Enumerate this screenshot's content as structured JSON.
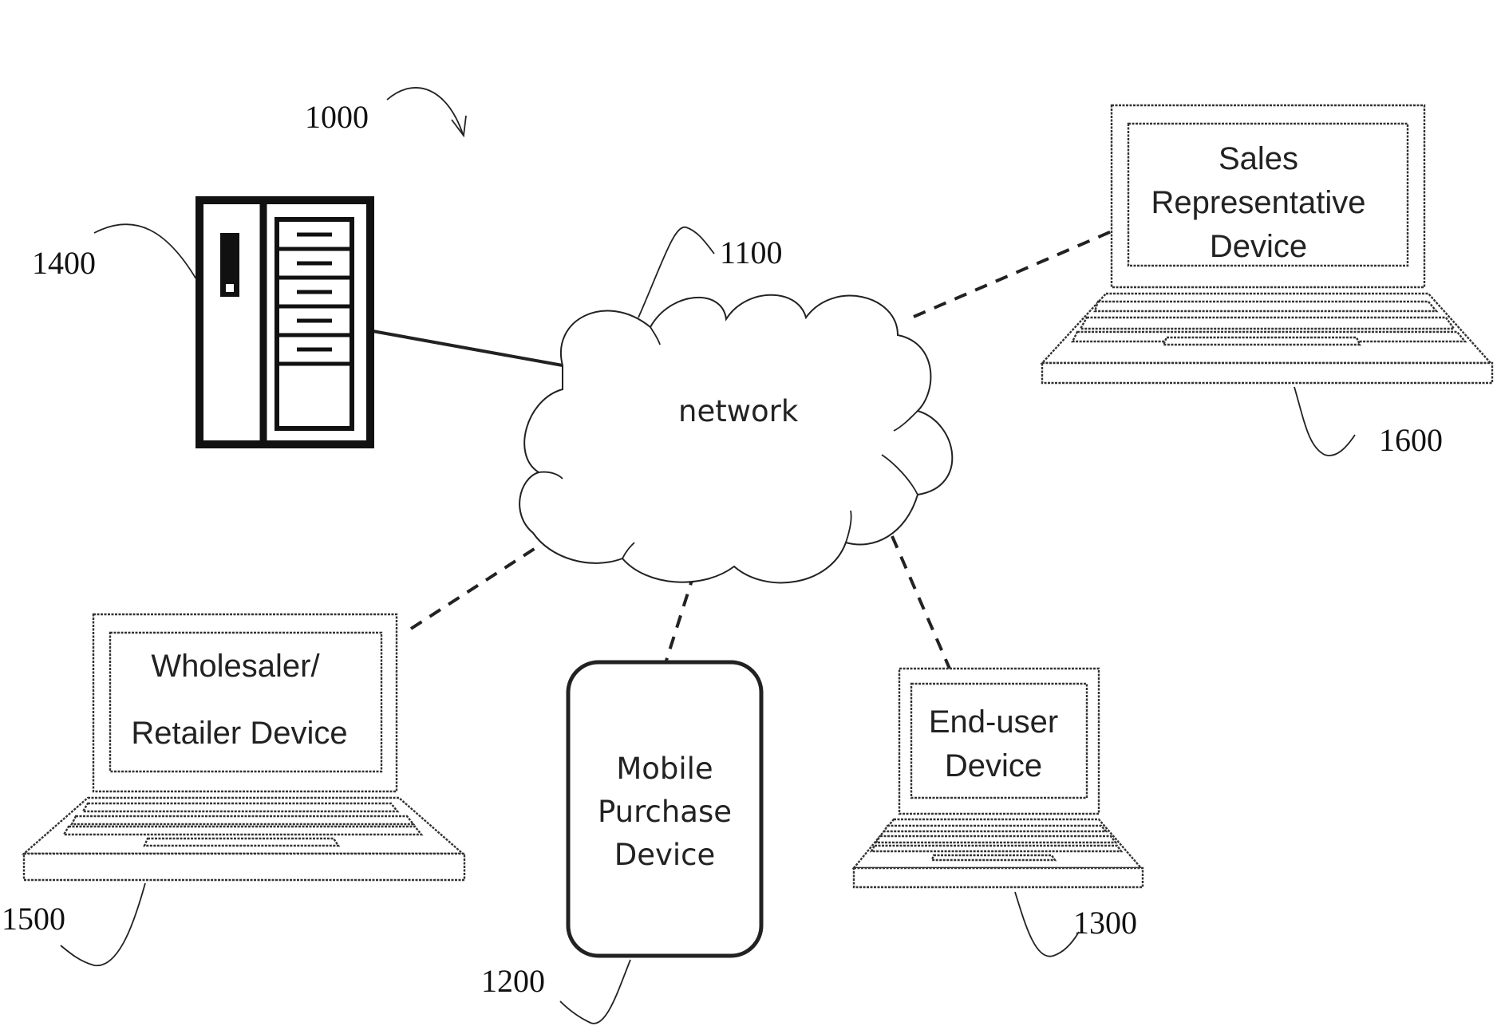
{
  "figure": {
    "system_ref": "1000",
    "network": {
      "ref": "1100",
      "label": "network"
    },
    "server": {
      "ref": "1400"
    },
    "mobile_device": {
      "ref": "1200",
      "lines": [
        "Mobile",
        "Purchase",
        "Device"
      ]
    },
    "end_user_device": {
      "ref": "1300",
      "lines": [
        "End-user",
        "Device"
      ]
    },
    "wholesaler_device": {
      "ref": "1500",
      "lines": [
        "Wholesaler/",
        "Retailer Device"
      ]
    },
    "sales_rep_device": {
      "ref": "1600",
      "lines": [
        "Sales",
        "Representative",
        "Device"
      ]
    },
    "connections": [
      {
        "from": "server",
        "to": "network",
        "style": "solid"
      },
      {
        "from": "sales_rep_device",
        "to": "network",
        "style": "dashed"
      },
      {
        "from": "wholesaler_device",
        "to": "network",
        "style": "dashed"
      },
      {
        "from": "mobile_device",
        "to": "network",
        "style": "dashed"
      },
      {
        "from": "end_user_device",
        "to": "network",
        "style": "dashed"
      }
    ]
  }
}
